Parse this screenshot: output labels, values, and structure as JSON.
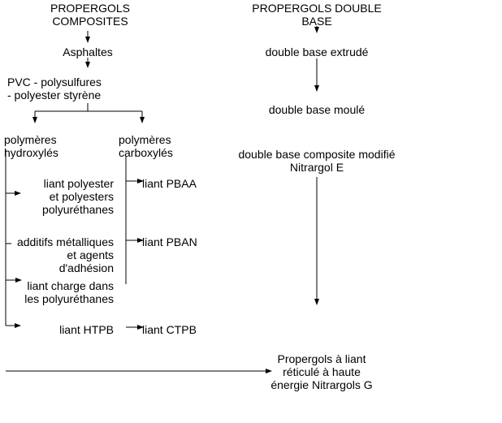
{
  "left": {
    "title": [
      "PROPERGOLS",
      "COMPOSITES"
    ],
    "asphaltes": [
      "Asphaltes"
    ],
    "pvc": [
      "PVC - polysulfures",
      "- polyester styrène"
    ],
    "hydroxyles": [
      "polymères",
      "hydroxylés"
    ],
    "carboxyles": [
      "polymères",
      "carboxylés"
    ],
    "hydroxyl_items": [
      [
        "liant polyester",
        "et polyesters",
        "polyuréthanes"
      ],
      [
        "additifs métalliques",
        "et agents",
        "d'adhésion"
      ],
      [
        "liant charge dans",
        "les polyuréthanes"
      ],
      [
        "liant HTPB"
      ]
    ],
    "carboxyl_items": [
      [
        "liant PBAA"
      ],
      [
        "liant PBAN"
      ],
      [
        "liant CTPB"
      ]
    ]
  },
  "right": {
    "title": [
      "PROPERGOLS DOUBLE",
      "BASE"
    ],
    "extrude": [
      "double base extrudé"
    ],
    "moule": [
      "double base moulé"
    ],
    "composite": [
      "double base composite modifié",
      "Nitrargol E"
    ]
  },
  "bottom": {
    "final": [
      "Propergols à liant",
      "réticulé à haute",
      "énergie Nitrargols G"
    ]
  }
}
